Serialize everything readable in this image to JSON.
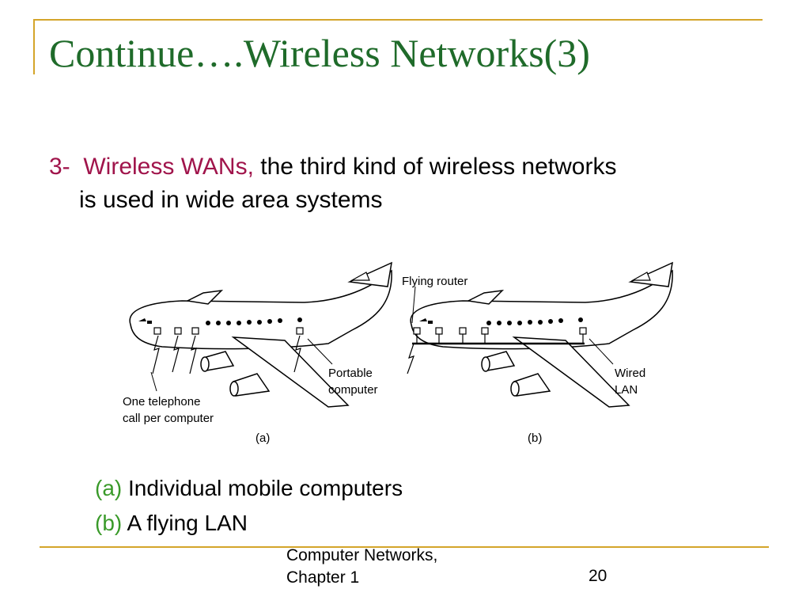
{
  "slide": {
    "title": "Continue….Wireless Networks(3)",
    "accent_color": "#d4a52a",
    "title_color": "#1f6b2a",
    "highlight_color": "#a0144b",
    "caption_label_color": "#3a9a2a"
  },
  "bullet": {
    "number": "3-",
    "term": "Wireless WANs,",
    "text_line1": " the third kind of wireless networks",
    "text_line2": "is used in wide area systems"
  },
  "figure": {
    "label_a_telephone_line1": "One telephone",
    "label_a_telephone_line2": "call per computer",
    "label_a_portable_line1": "Portable",
    "label_a_portable_line2": "computer",
    "label_a_sub": "(a)",
    "label_b_router": "Flying router",
    "label_b_wired_line1": "Wired",
    "label_b_wired_line2": "LAN",
    "label_b_sub": "(b)"
  },
  "captions": {
    "a_label": "(a)",
    "a_text": " Individual mobile computers",
    "b_label": "(b)",
    "b_text": " A flying LAN"
  },
  "footer": {
    "line1": "Computer Networks,",
    "line2": "Chapter 1",
    "page_number": "20"
  }
}
